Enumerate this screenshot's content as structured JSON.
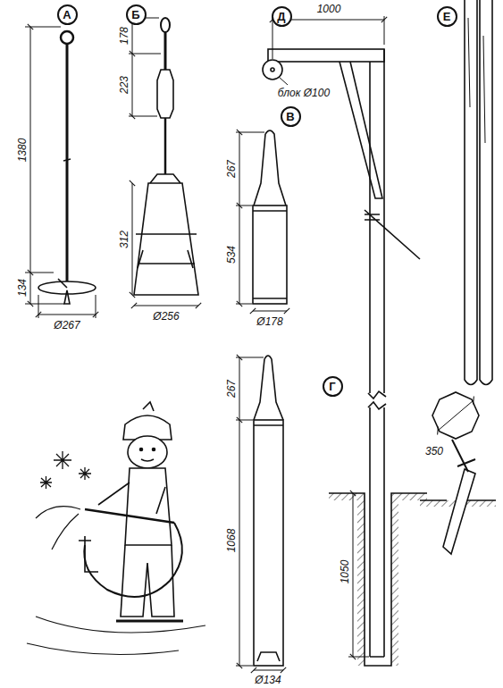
{
  "diagram": {
    "nodes": [
      {
        "text": [
          "А"
        ]
      },
      {
        "text": [
          "Б"
        ]
      },
      {
        "text": [
          "Д"
        ]
      },
      {
        "text": [
          "Е"
        ]
      },
      {
        "text": [
          "В"
        ]
      },
      {
        "text": [
          "Г"
        ]
      }
    ],
    "labels": [
      "1380",
      "134",
      "Ø267",
      "178",
      "223",
      "312",
      "Ø256",
      "1000",
      "блок Ø100",
      "267",
      "534",
      "Ø178",
      "350",
      "267",
      "1068",
      "1050",
      "Ø134"
    ]
  }
}
